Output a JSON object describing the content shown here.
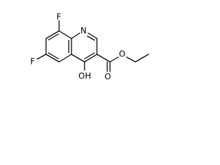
{
  "molecule": {
    "atoms": {
      "F_top": "F",
      "F_left": "F",
      "N": "N",
      "OH": "OH",
      "O_carbonyl": "O",
      "O_ester": "O"
    },
    "colors": {
      "bond": "#000000",
      "label": "#000000",
      "background": "#ffffff"
    }
  }
}
